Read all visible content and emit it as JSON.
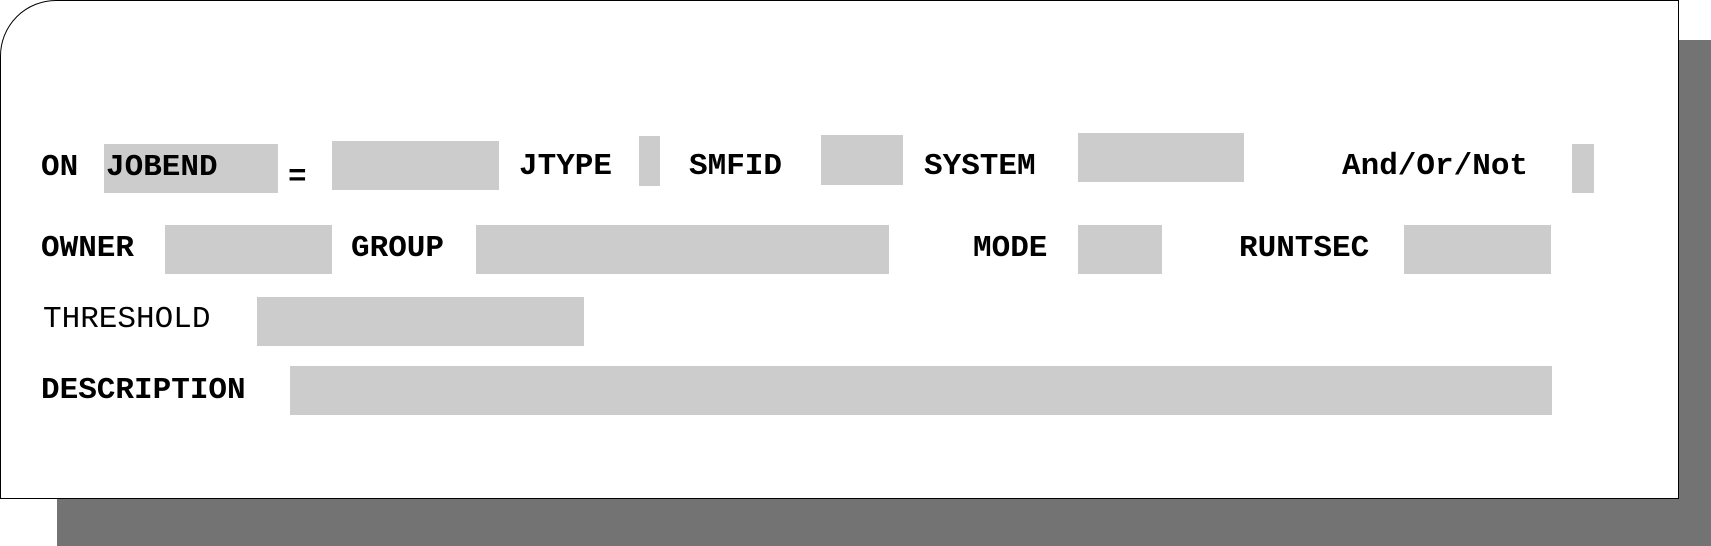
{
  "panel": {
    "row1": {
      "on_label": "ON",
      "event_value": "JOBEND",
      "equals_label": "=",
      "job_value": "",
      "jtype_label": "JTYPE",
      "jtype_value": "",
      "smfid_label": "SMFID",
      "smfid_value": "",
      "system_label": "SYSTEM",
      "system_value": "",
      "andornot_label": "And/Or/Not",
      "andornot_value": ""
    },
    "row2": {
      "owner_label": "OWNER",
      "owner_value": "",
      "group_label": "GROUP",
      "group_value": "",
      "mode_label": "MODE",
      "mode_value": "",
      "runtsec_label": "RUNTSEC",
      "runtsec_value": ""
    },
    "row3": {
      "threshold_label": "THRESHOLD",
      "threshold_value": ""
    },
    "row4": {
      "description_label": "DESCRIPTION",
      "description_value": ""
    }
  },
  "colors": {
    "field_background": "#cccccc",
    "shadow": "#737373",
    "panel_background": "#ffffff",
    "text": "#000000"
  }
}
